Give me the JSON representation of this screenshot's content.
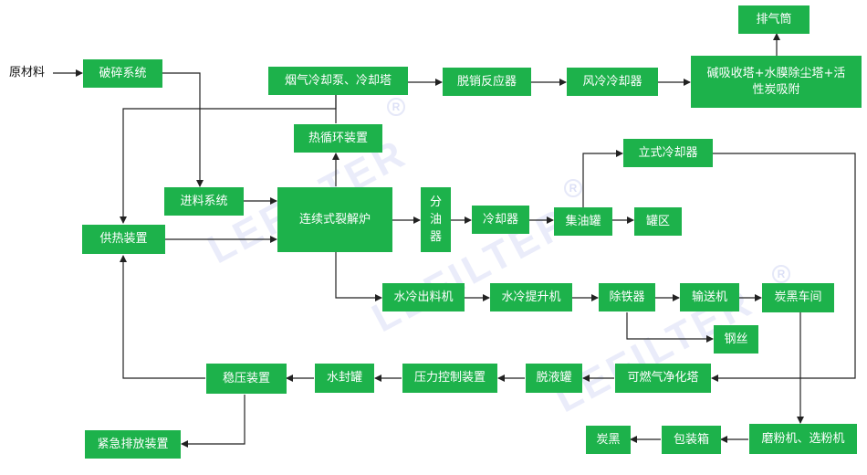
{
  "diagram": {
    "raw_material": "原材料",
    "watermark": {
      "text": "LEFILTER",
      "mark": "R"
    },
    "nodes": {
      "crushing": "破碎系统",
      "flue_cooling": "烟气冷却泵、冷却塔",
      "denitrification": "脱销反应器",
      "air_cooler": "风冷冷却器",
      "exhaust_pipe": "排气筒",
      "absorption_tower": "碱吸收塔+水膜除尘塔+活\n性炭吸附",
      "heat_circulation": "热循环装置",
      "vertical_cooler": "立式冷却器",
      "feeding": "进料系统",
      "pyrolysis": "连续式裂解炉",
      "oil_separator": "分\n油\n器",
      "cooler": "冷却器",
      "oil_tank": "集油罐",
      "tank_area": "罐区",
      "heating": "供热装置",
      "water_discharge": "水冷出料机",
      "water_lift": "水冷提升机",
      "iron_removal": "除铁器",
      "conveyor": "输送机",
      "carbon_workshop": "炭黑车间",
      "steel_wire": "钢丝",
      "pressure_stabilizer": "稳压装置",
      "water_seal": "水封罐",
      "pressure_control": "压力控制装置",
      "deliquid_tank": "脱液罐",
      "gas_purifier": "可燃气净化塔",
      "emergency": "紧急排放装置",
      "carbon_black": "炭黑",
      "packing": "包装箱",
      "grinder": "磨粉机、选粉机"
    }
  }
}
